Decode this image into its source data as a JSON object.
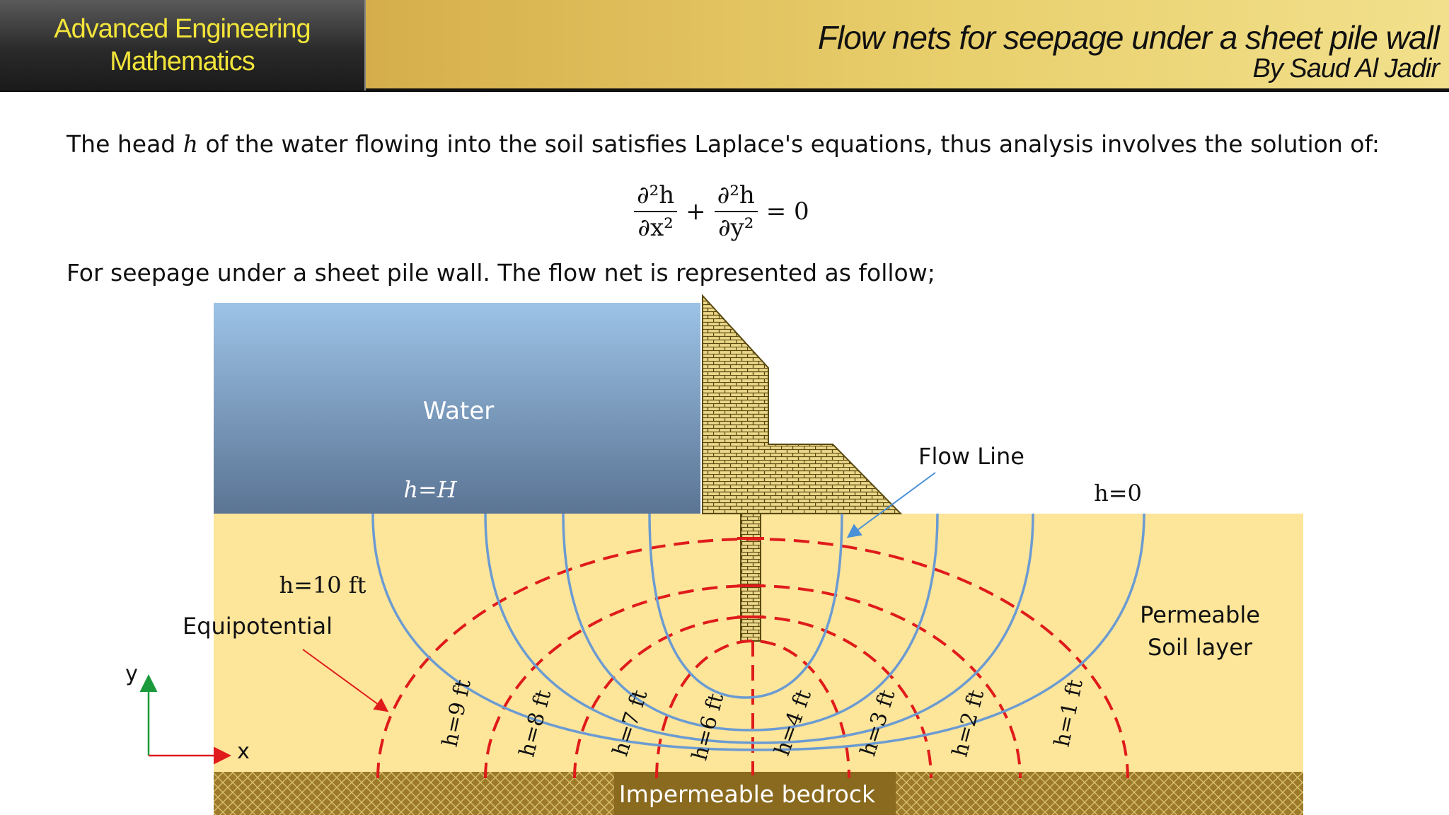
{
  "header": {
    "logo_line1": "Advanced Engineering",
    "logo_line2": "Mathematics",
    "title": "Flow nets for seepage under a sheet pile wall",
    "author": "By Saud Al Jadir"
  },
  "intro": {
    "before": "The head ",
    "var": "h",
    "after": " of the water flowing into the soil satisfies Laplace's equations, thus analysis involves the solution of:"
  },
  "equation": {
    "num1": "∂²h",
    "den1": "∂x²",
    "plus": "+",
    "num2": "∂²h",
    "den2": "∂y²",
    "rhs": "= 0"
  },
  "intro2": "For seepage under a sheet pile wall. The flow net is represented as follow;",
  "diagram": {
    "water_label": "Water",
    "head_upstream": "h=H",
    "head_downstream": "h=0",
    "head_10": "h=10 ft",
    "flow_line_label": "Flow Line",
    "equipotential_label": "Equipotential",
    "soil_label_line1": "Permeable",
    "soil_label_line2": "Soil layer",
    "bedrock_label": "Impermeable bedrock",
    "axis_y": "y",
    "axis_x": "x",
    "equipotential_heads": [
      "h=9 ft",
      "h=8 ft",
      "h=7 ft",
      "h=6 ft",
      "h=4 ft",
      "h=3 ft",
      "h=2 ft",
      "h=1 ft"
    ],
    "colors": {
      "water_top": "#9cc3e6",
      "water_bottom": "#5b7494",
      "soil": "#fde59a",
      "flow_line": "#6b9bd2",
      "equipotential": "#e01b1b",
      "bedrock": "#8a6a1e",
      "wall": "#e8d27a",
      "arrow_flow": "#4a90d9",
      "arrow_equip": "#e01b1b",
      "axis_y": "#1a9a3a",
      "axis_x": "#e01b1b"
    }
  }
}
